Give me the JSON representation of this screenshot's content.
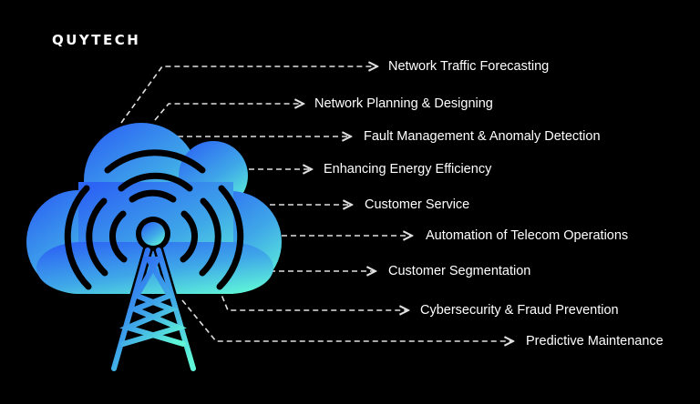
{
  "logo": "QUYTECH",
  "colors": {
    "gradient_start": "#2c64f4",
    "gradient_end": "#5ff5d8",
    "line": "#e0e0e0"
  },
  "labels": [
    "Network Traffic Forecasting",
    "Network Planning & Designing",
    "Fault Management & Anomaly Detection",
    "Enhancing Energy Efficiency",
    "Customer Service",
    "Automation of Telecom Operations",
    "Customer Segmentation",
    "Cybersecurity & Fraud Prevention",
    "Predictive Maintenance"
  ]
}
